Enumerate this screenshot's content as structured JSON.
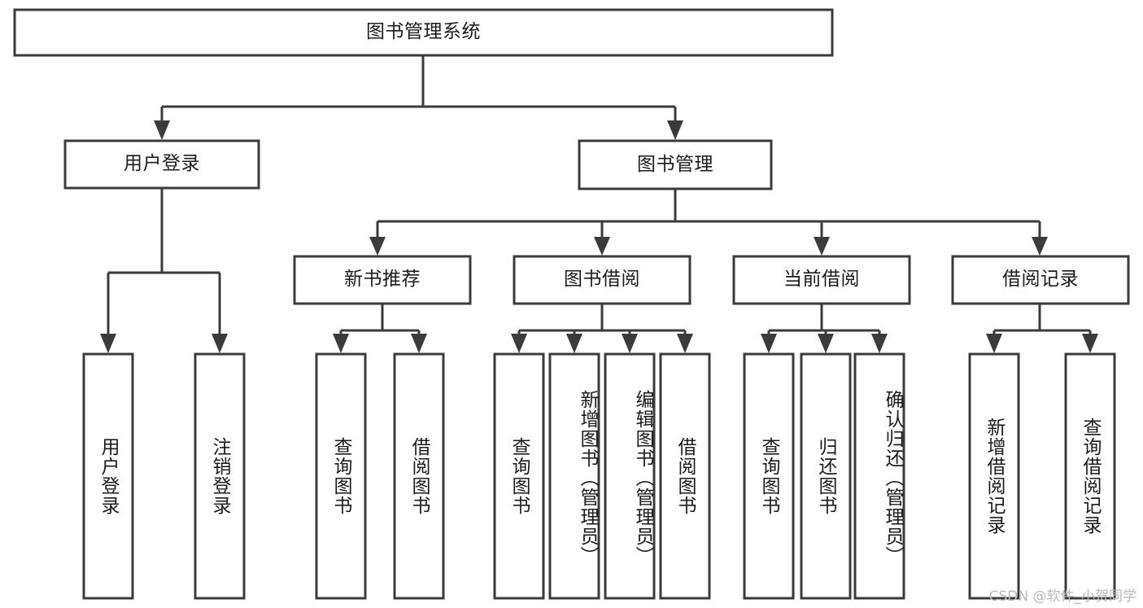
{
  "diagram": {
    "type": "tree-hierarchy-chart",
    "title": "图书管理系统",
    "colors": {
      "background": "#ffffff",
      "box_fill": "#ffffff",
      "stroke": "#3b3b3b",
      "text": "#1c1c1c",
      "watermark": "#b9b9b9"
    },
    "root": {
      "label": "图书管理系统",
      "orientation": "horizontal"
    },
    "level1": [
      {
        "id": "user-login",
        "label": "用户登录",
        "orientation": "horizontal"
      },
      {
        "id": "book-management",
        "label": "图书管理",
        "orientation": "horizontal"
      }
    ],
    "level2": [
      {
        "id": "new-book-recommend",
        "label": "新书推荐",
        "parent": "book-management",
        "orientation": "horizontal"
      },
      {
        "id": "book-borrow",
        "label": "图书借阅",
        "parent": "book-management",
        "orientation": "horizontal"
      },
      {
        "id": "current-borrow",
        "label": "当前借阅",
        "parent": "book-management",
        "orientation": "horizontal"
      },
      {
        "id": "borrow-record",
        "label": "借阅记录",
        "parent": "book-management",
        "orientation": "horizontal"
      }
    ],
    "leaves": [
      {
        "id": "leaf-user-login",
        "label": "用户登录",
        "parent": "user-login",
        "orientation": "vertical"
      },
      {
        "id": "leaf-logout-login",
        "label": "注销登录",
        "parent": "user-login",
        "orientation": "vertical"
      },
      {
        "id": "leaf-query-book-1",
        "label": "查询图书",
        "parent": "new-book-recommend",
        "orientation": "vertical"
      },
      {
        "id": "leaf-borrow-book-1",
        "label": "借阅图书",
        "parent": "new-book-recommend",
        "orientation": "vertical"
      },
      {
        "id": "leaf-query-book-2",
        "label": "查询图书",
        "parent": "book-borrow",
        "orientation": "vertical"
      },
      {
        "id": "leaf-add-book",
        "label": "新增图书（管理员）",
        "parent": "book-borrow",
        "orientation": "vertical"
      },
      {
        "id": "leaf-edit-book",
        "label": "编辑图书（管理员）",
        "parent": "book-borrow",
        "orientation": "vertical"
      },
      {
        "id": "leaf-borrow-book-2",
        "label": "借阅图书",
        "parent": "book-borrow",
        "orientation": "vertical"
      },
      {
        "id": "leaf-query-book-3",
        "label": "查询图书",
        "parent": "current-borrow",
        "orientation": "vertical"
      },
      {
        "id": "leaf-return-book",
        "label": "归还图书",
        "parent": "current-borrow",
        "orientation": "vertical"
      },
      {
        "id": "leaf-confirm-return",
        "label": "确认归还（管理员）",
        "parent": "current-borrow",
        "orientation": "vertical"
      },
      {
        "id": "leaf-add-record",
        "label": "新增借阅记录",
        "parent": "borrow-record",
        "orientation": "vertical"
      },
      {
        "id": "leaf-query-record",
        "label": "查询借阅记录",
        "parent": "borrow-record",
        "orientation": "vertical"
      }
    ],
    "watermark": "CSDN @软件_小贺同学"
  }
}
